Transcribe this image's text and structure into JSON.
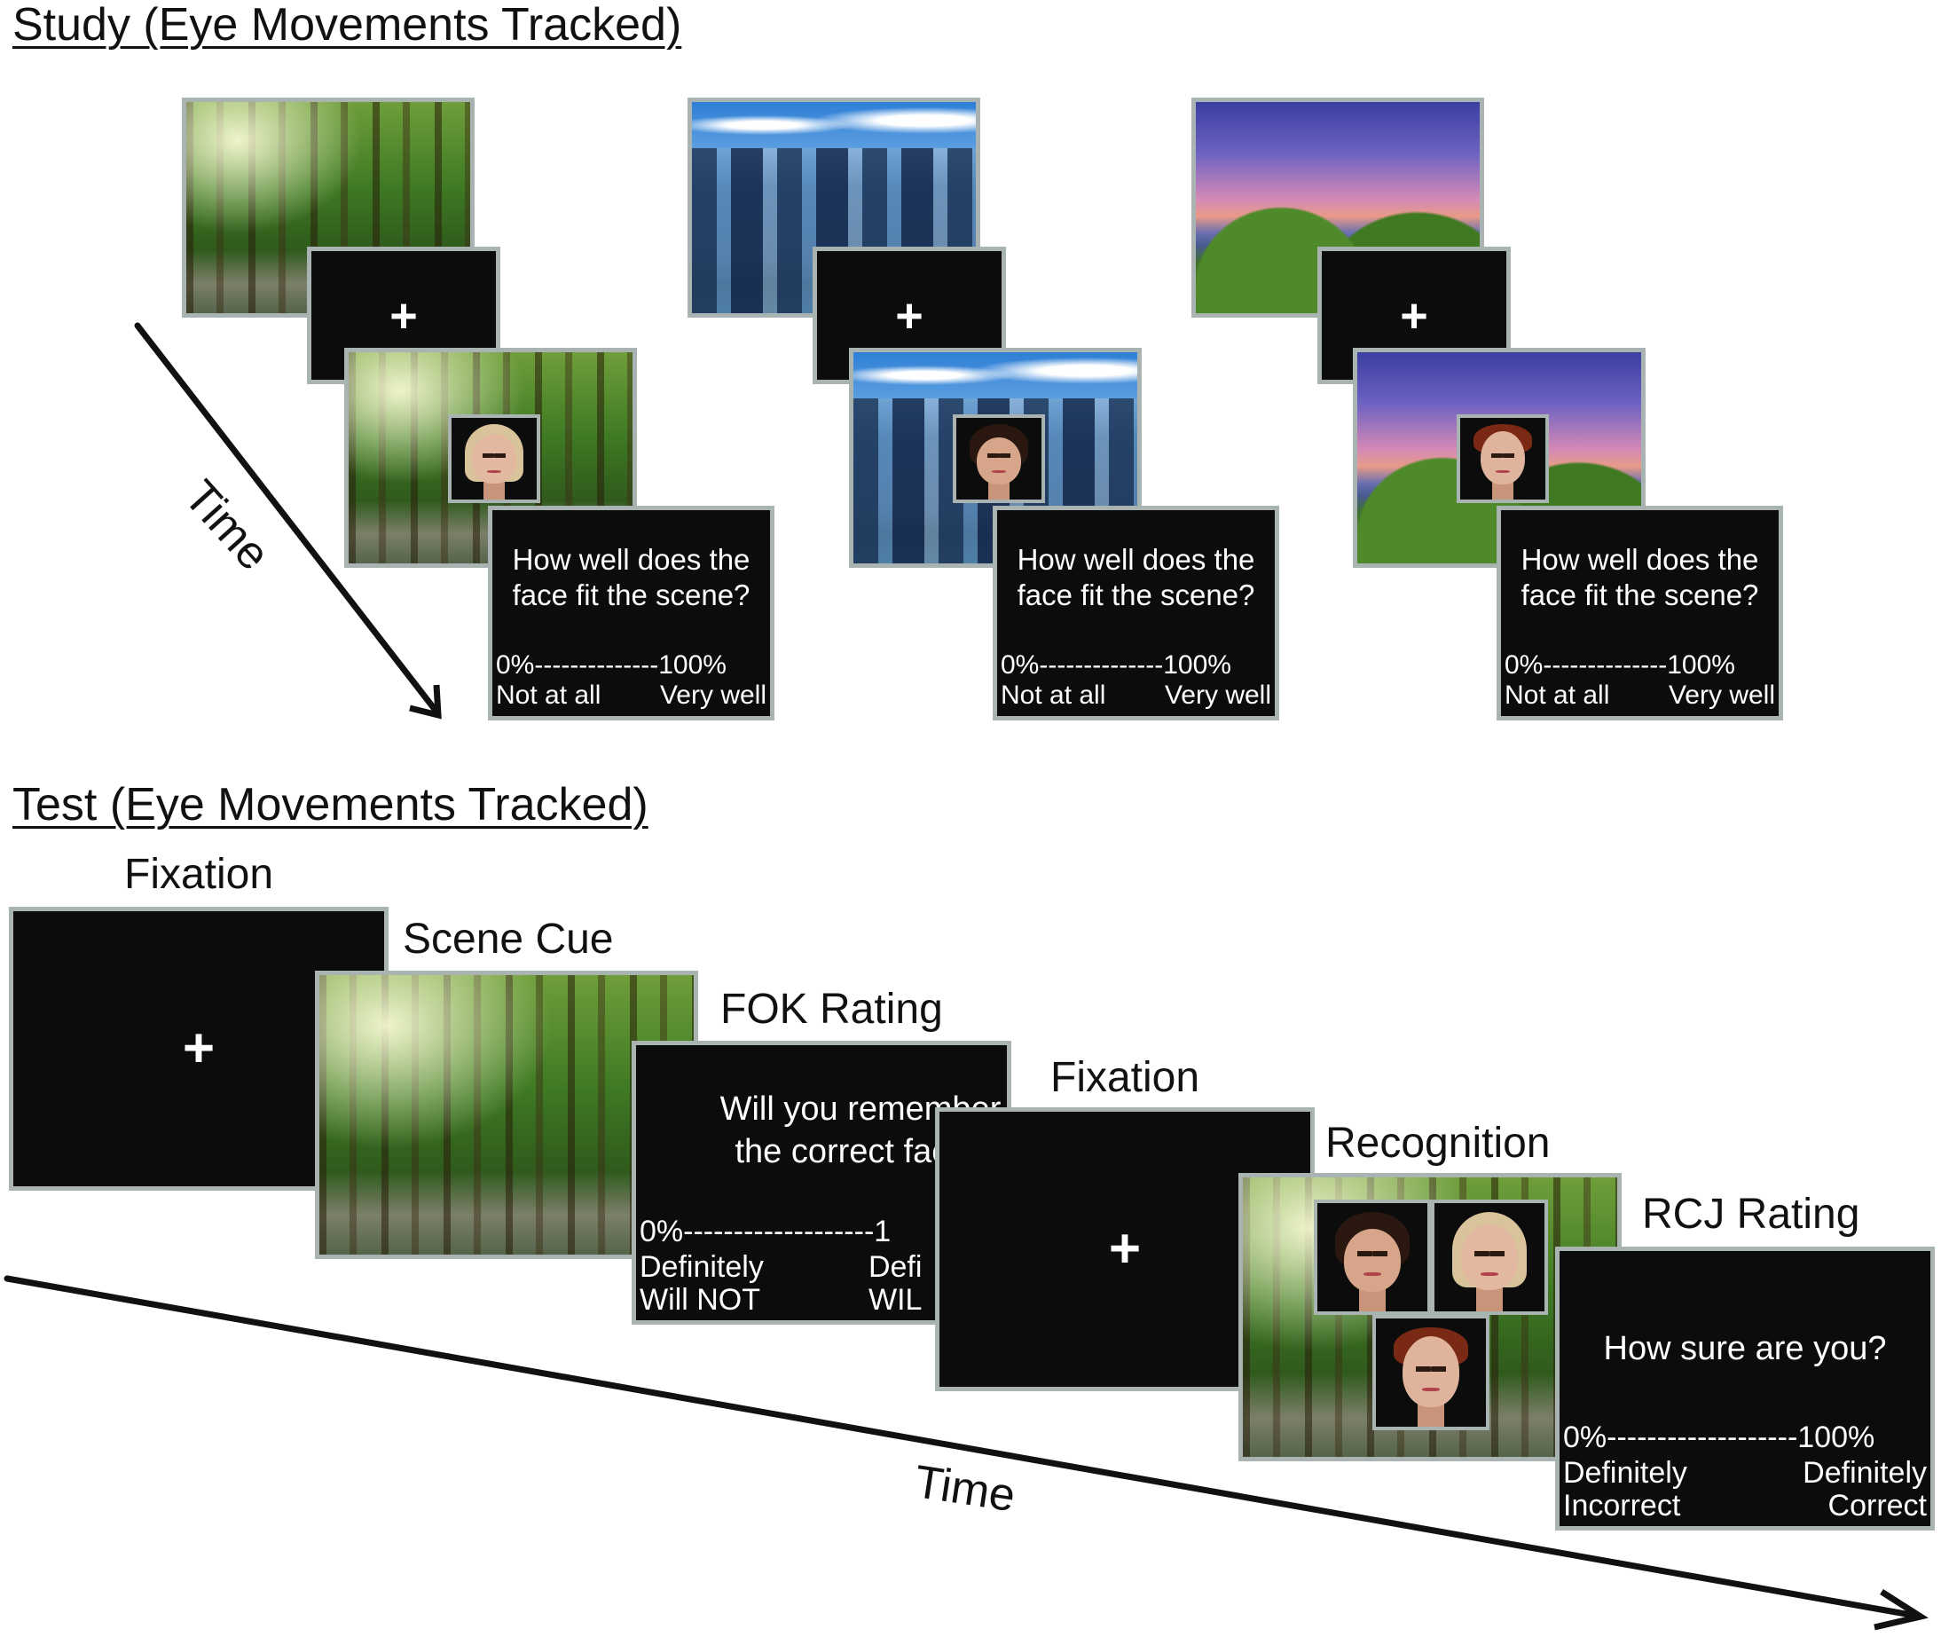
{
  "study": {
    "title": "Study (Eye Movements Tracked)",
    "time_label": "Time",
    "rating": {
      "question_line1": "How well does the",
      "question_line2": "face fit the scene?",
      "scale": "0%--------------100%",
      "left_anchor": "Not at all",
      "right_anchor": "Very well"
    },
    "fixation_symbol": "+"
  },
  "test": {
    "title": "Test (Eye Movements Tracked)",
    "time_label": "Time",
    "labels": {
      "fixation1": "Fixation",
      "scene_cue": "Scene Cue",
      "fok_rating": "FOK Rating",
      "fixation2": "Fixation",
      "recognition": "Recognition",
      "rcj_rating": "RCJ Rating"
    },
    "fixation_symbol": "+",
    "fok": {
      "question_line1": "Will you remember",
      "question_line2": "the correct face?",
      "scale": "0%-------------------1",
      "left_line1": "Definitely",
      "left_line2": "Will NOT",
      "right_line1": "Defi",
      "right_line2": "WIL"
    },
    "rcj": {
      "question": "How sure are you?",
      "scale": "0%-------------------100%",
      "left_line1": "Definitely",
      "left_line2": "Incorrect",
      "right_line1": "Definitely",
      "right_line2": "Correct"
    }
  }
}
